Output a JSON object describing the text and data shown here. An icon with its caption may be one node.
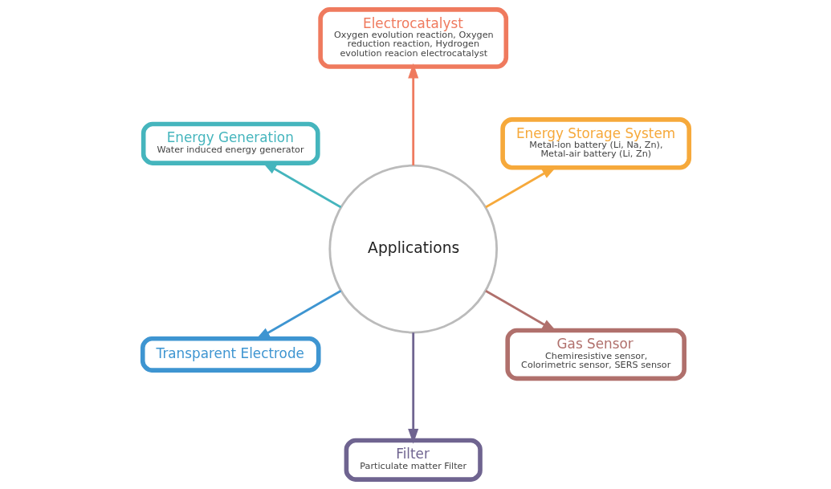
{
  "diagram": {
    "nodes": [
      {
        "text": [
          "Applications"
        ]
      },
      {
        "text": [
          "Energy Storage System",
          "Metal-ion battery (Li, Na, Zn), Metal-air battery (Li, Zn)"
        ]
      },
      {
        "text": [
          "Electrocatalyst",
          "Oxygen evolution reaction, Oxygen reduction reaction, Hydrogen evolution reacion electrocatalyst"
        ]
      },
      {
        "text": [
          "Energy Generation",
          "Water induced energy generator"
        ]
      },
      {
        "text": [
          "Transparent Electrode"
        ]
      },
      {
        "text": [
          "Filter",
          "Particulate matter Filter"
        ]
      },
      {
        "text": [
          "Gas Sensor",
          "Chemiresistive sensor, Colorimetric sensor, SERS sensor"
        ]
      }
    ],
    "edges": [
      {
        "from": 0,
        "to": 1,
        "arrow": "to",
        "color": "#f6a93b"
      },
      {
        "from": 0,
        "to": 2,
        "arrow": "to",
        "color": "#ef7a5e"
      },
      {
        "from": 0,
        "to": 3,
        "arrow": "to",
        "color": "#45b5bd"
      },
      {
        "from": 0,
        "to": 4,
        "arrow": "to",
        "color": "#3e95d1"
      },
      {
        "from": 0,
        "to": 5,
        "arrow": "to",
        "color": "#6f6490"
      },
      {
        "from": 0,
        "to": 6,
        "arrow": "to",
        "color": "#b0706c"
      }
    ]
  }
}
